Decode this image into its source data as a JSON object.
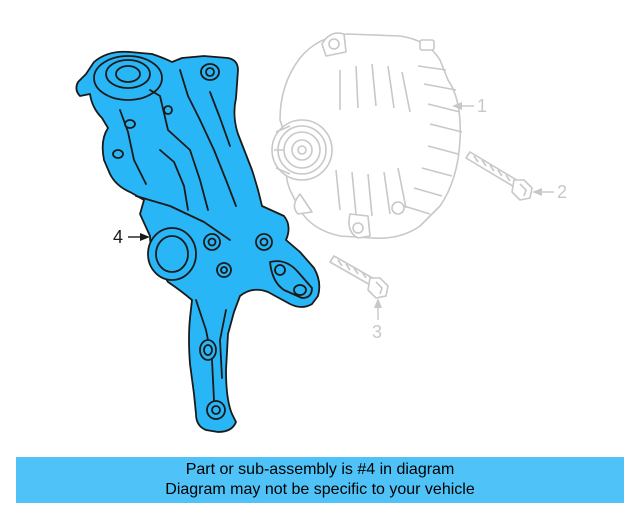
{
  "diagram": {
    "callouts": [
      {
        "id": "1",
        "label": "1"
      },
      {
        "id": "2",
        "label": "2"
      },
      {
        "id": "3",
        "label": "3"
      },
      {
        "id": "4",
        "label": "4"
      }
    ],
    "highlight_color": "#29b6f6",
    "ghost_color": "#c8c8c8",
    "outline_color": "#1a1a1a"
  },
  "footer": {
    "line1": "Part or sub-assembly is #4 in diagram",
    "line2": "Diagram may not be specific to your vehicle",
    "background": "#4fc3f7"
  }
}
